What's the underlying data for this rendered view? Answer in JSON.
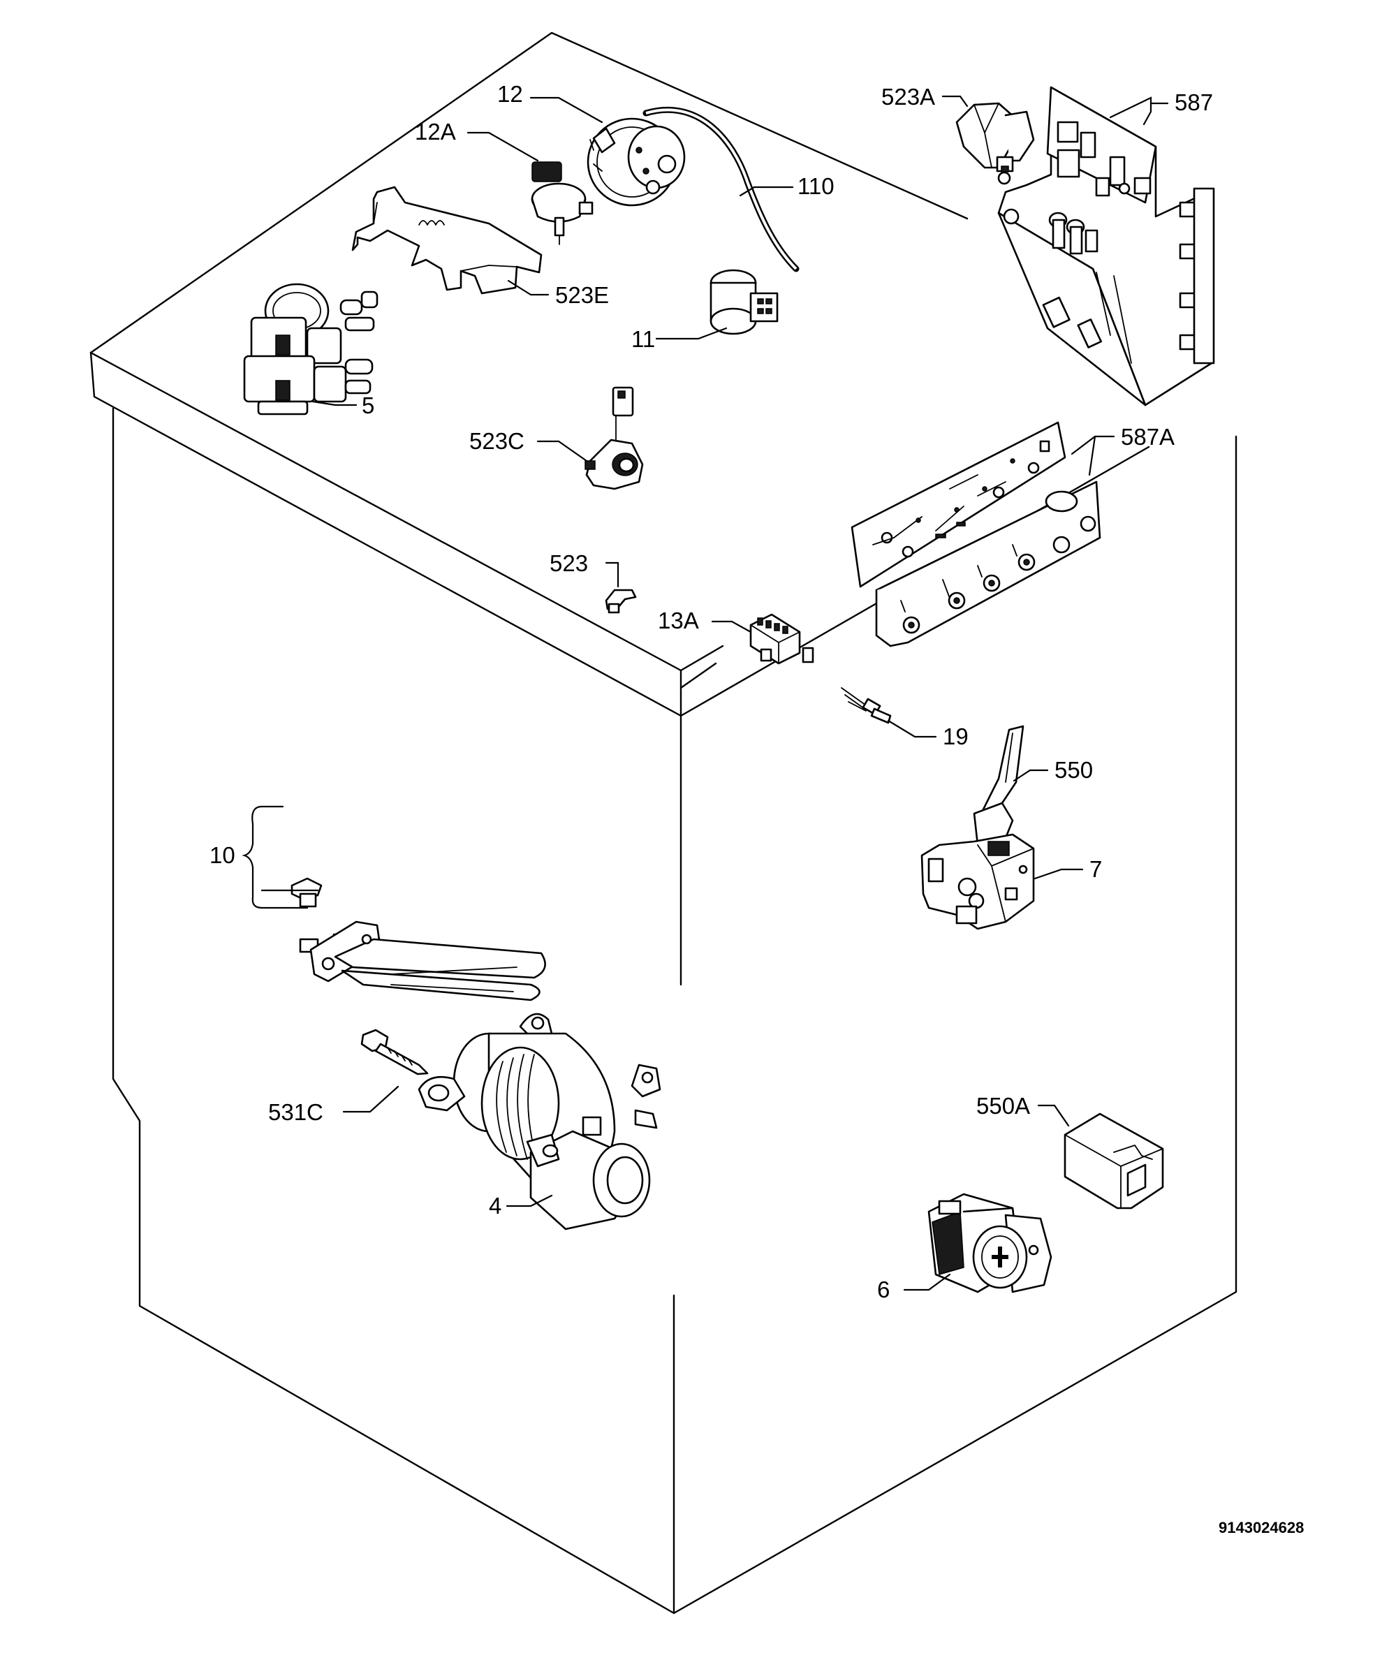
{
  "document_number": "9143024628",
  "callouts": {
    "c12": "12",
    "c12a": "12A",
    "c110": "110",
    "c523e": "523E",
    "c11": "11",
    "c5": "5",
    "c523c": "523C",
    "c523": "523",
    "c13a": "13A",
    "c523a": "523A",
    "c587": "587",
    "c587a": "587A",
    "c19": "19",
    "c550": "550",
    "c7": "7",
    "c10": "10",
    "c531c": "531C",
    "c4": "4",
    "c550a": "550A",
    "c6": "6"
  }
}
